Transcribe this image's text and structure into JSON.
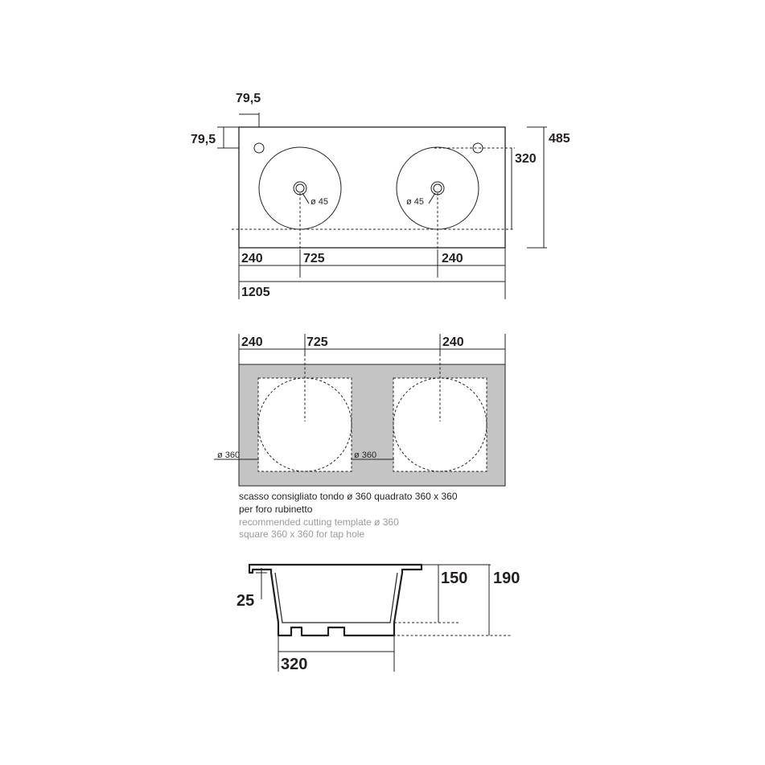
{
  "top_view": {
    "dim_tap_x": "79,5",
    "dim_tap_y": "79,5",
    "dim_depth": "485",
    "dim_bowl_center": "320",
    "dim_left": "240",
    "dim_middle": "725",
    "dim_right": "240",
    "dim_total": "1205",
    "drain_left": "ø 45",
    "drain_right": "ø 45"
  },
  "cutout_view": {
    "dim_left": "240",
    "dim_middle": "725",
    "dim_right": "240",
    "circle_left": "ø 360",
    "circle_right": "ø 360",
    "note_it_line1": "scasso consigliato tondo ø 360 quadrato 360 x 360",
    "note_it_line2": "per foro rubinetto",
    "note_en_line1": "recommended cutting template ø 360",
    "note_en_line2": "square 360 x 360 for tap hole"
  },
  "section_view": {
    "dim_rim": "25",
    "dim_inner_depth": "150",
    "dim_total_height": "190",
    "dim_width": "320"
  },
  "colors": {
    "line": "#231f20",
    "panel_fill": "#c4c4c4",
    "english_note": "#9a9a9a"
  }
}
